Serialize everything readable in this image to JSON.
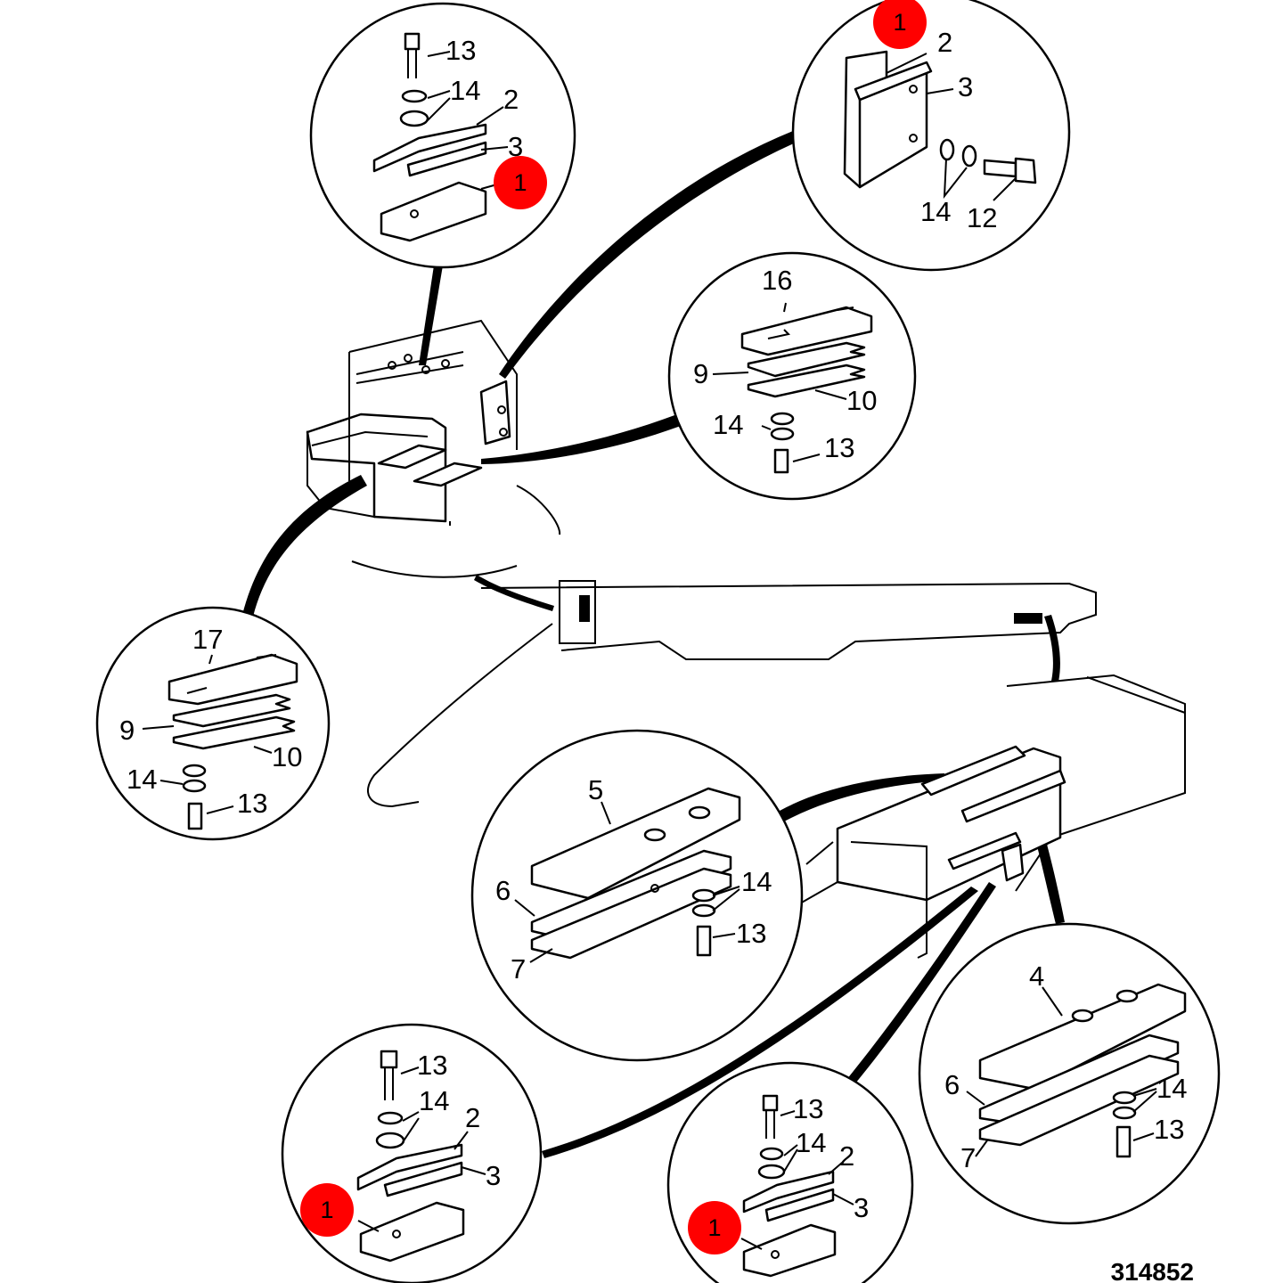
{
  "drawing": {
    "reference_number": "314852",
    "highlight_color": "#ff0000",
    "line_color": "#000000",
    "background": "#ffffff"
  },
  "callouts": {
    "top_left": {
      "labels": [
        "13",
        "14",
        "2",
        "3"
      ],
      "highlight": "1"
    },
    "top_right": {
      "labels": [
        "2",
        "3",
        "14",
        "12"
      ],
      "highlight": "1"
    },
    "mid_right": {
      "labels": [
        "16",
        "9",
        "10",
        "14",
        "13"
      ]
    },
    "left": {
      "labels": [
        "17",
        "9",
        "10",
        "14",
        "13"
      ]
    },
    "center": {
      "labels": [
        "5",
        "6",
        "14",
        "13",
        "7"
      ]
    },
    "right": {
      "labels": [
        "4",
        "6",
        "14",
        "13",
        "7"
      ]
    },
    "bottom_left": {
      "labels": [
        "13",
        "14",
        "2",
        "3"
      ],
      "highlight": "1"
    },
    "bottom_mid": {
      "labels": [
        "13",
        "14",
        "2",
        "3"
      ],
      "highlight": "1"
    }
  }
}
